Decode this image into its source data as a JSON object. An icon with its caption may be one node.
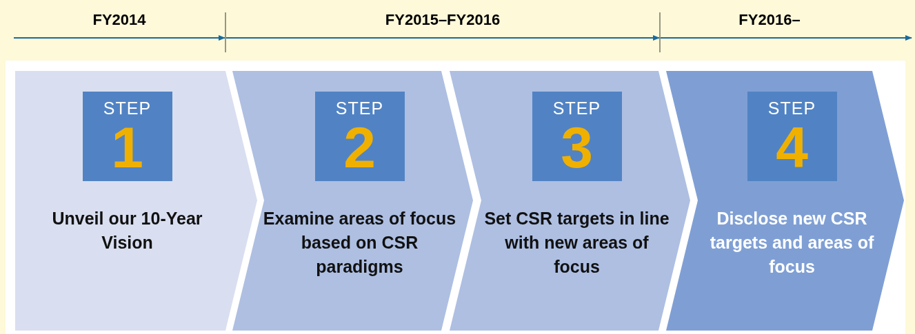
{
  "diagram": {
    "nodes": [
      {
        "text": [
          "Unveil our 10-Year Vision"
        ]
      },
      {
        "text": [
          "STEP",
          "1"
        ],
        "in": 0
      },
      {
        "text": [
          "Examine areas of focus based on CSR paradigms"
        ]
      },
      {
        "text": [
          "STEP",
          "2"
        ],
        "in": 2
      },
      {
        "text": [
          "Set CSR targets in line with new areas of focus"
        ]
      },
      {
        "text": [
          "STEP",
          "3"
        ],
        "in": 4
      },
      {
        "text": [
          "Disclose new CSR targets and areas of focus"
        ]
      },
      {
        "text": [
          "STEP",
          "4"
        ],
        "in": 6
      }
    ],
    "labels": [
      "FY2014",
      "FY2015–FY2016",
      "FY2016–"
    ]
  }
}
